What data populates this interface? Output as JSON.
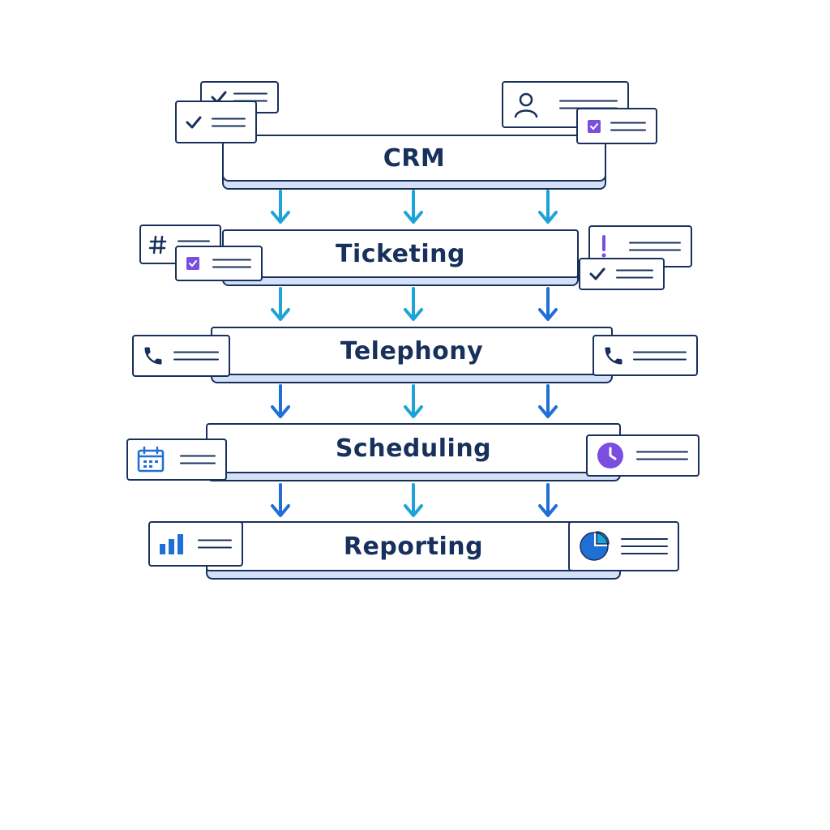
{
  "layers": [
    {
      "label": "CRM"
    },
    {
      "label": "Ticketing"
    },
    {
      "label": "Telephony"
    },
    {
      "label": "Scheduling"
    },
    {
      "label": "Reporting"
    }
  ],
  "colors": {
    "ink": "#17305c",
    "accent_blue": "#1f6fd6",
    "accent_cyan": "#1ea3d8",
    "accent_purple": "#7a4fe0",
    "layer_shadow": "#d3e0f6"
  },
  "icons": [
    "check-icon",
    "user-icon",
    "hash-icon",
    "exclamation-icon",
    "phone-icon",
    "calendar-icon",
    "clock-icon",
    "bar-chart-icon",
    "pie-chart-icon"
  ]
}
